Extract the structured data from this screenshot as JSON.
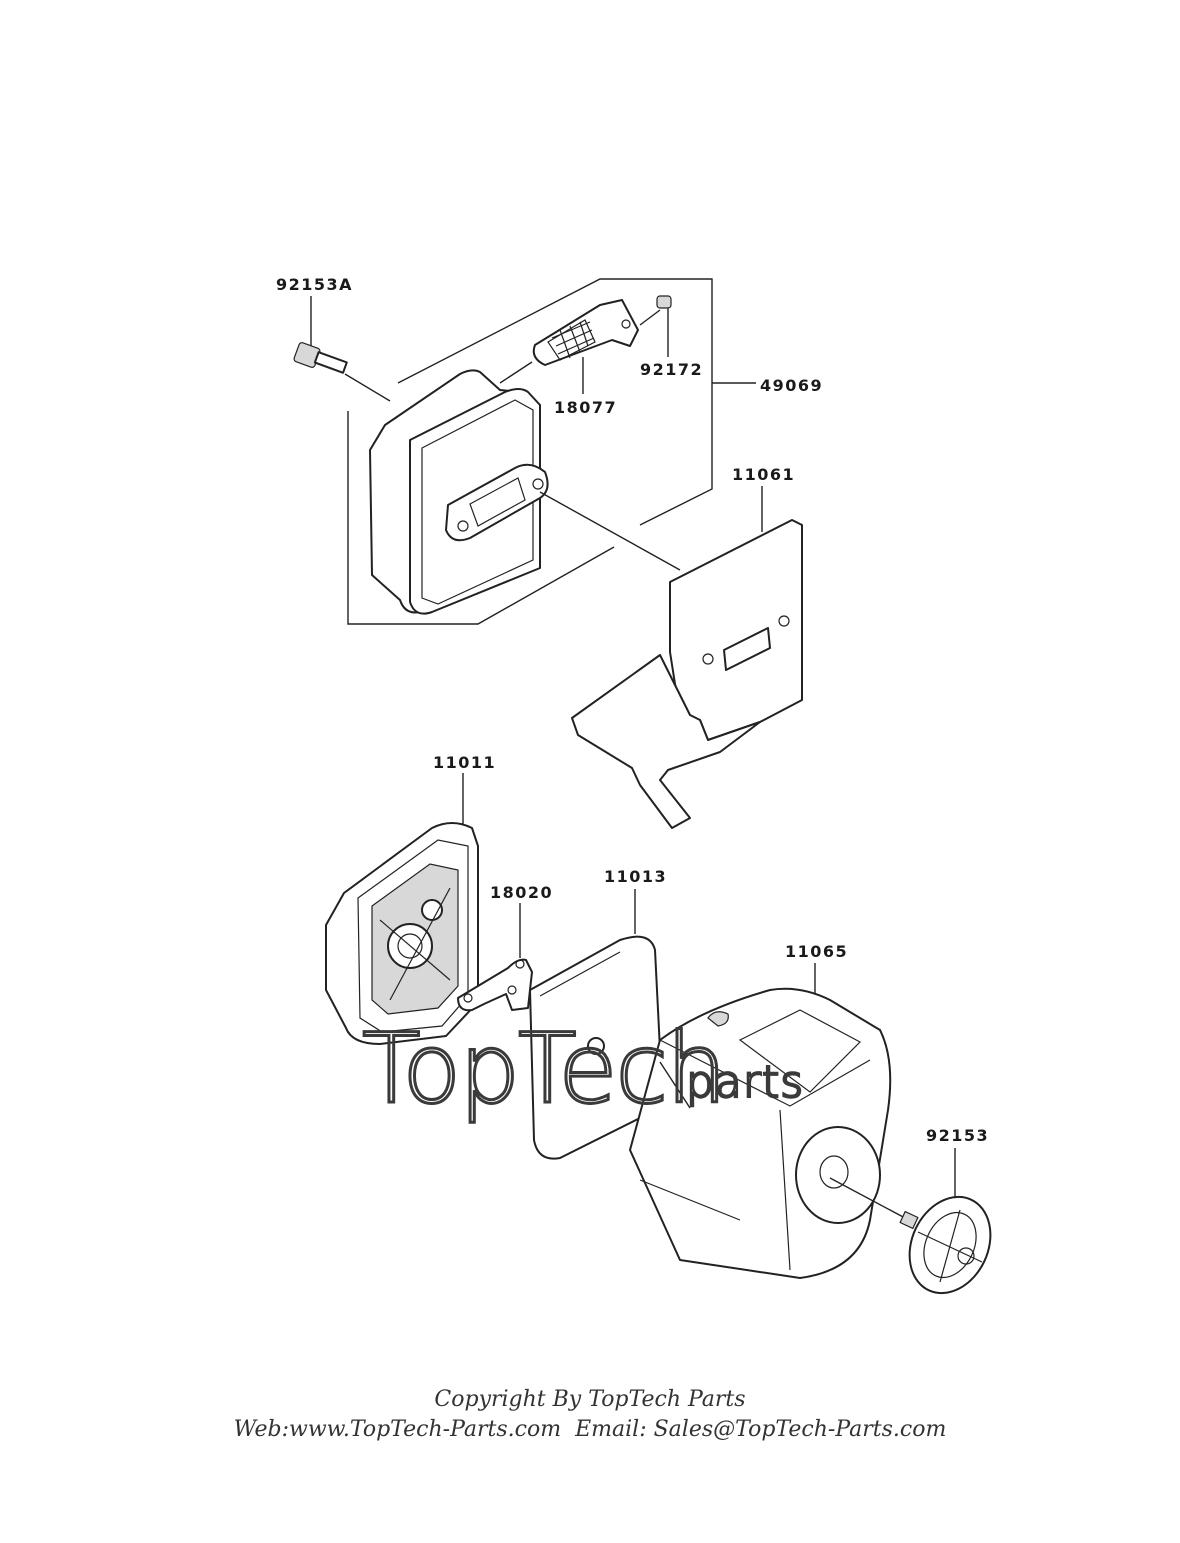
{
  "parts": {
    "p92153A": "92153A",
    "p92172": "92172",
    "p18077": "18077",
    "p49069": "49069",
    "p11061": "11061",
    "p11011": "11011",
    "p18020": "18020",
    "p11013": "11013",
    "p11065": "11065",
    "p92153": "92153"
  },
  "watermark": {
    "main": "TopTech",
    "sub": "parts"
  },
  "footer": {
    "copyright": "Copyright By TopTech Parts",
    "web": "Web:www.TopTech-Parts.com",
    "email": "Email: Sales@TopTech-Parts.com"
  }
}
